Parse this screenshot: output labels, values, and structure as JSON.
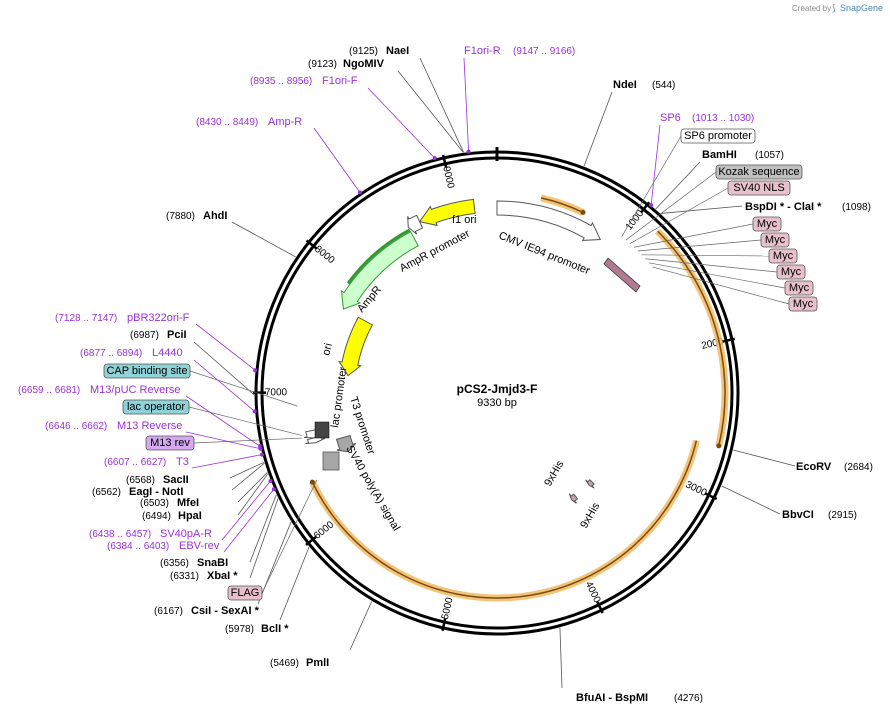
{
  "credit": {
    "created_by": "Created by",
    "brand": "SnapGene"
  },
  "plasmid": {
    "name": "pCS2-Jmjd3-F",
    "size_text": "9330 bp",
    "total_bp": 9330
  },
  "colors": {
    "backbone": "#000000",
    "primer": "#9b30d9",
    "orf": "#f1b860",
    "orf_dark": "#7a4a12",
    "f1ori": "#ffff00",
    "ori": "#ffff00",
    "ampr": "#ccffcc",
    "ampr_dark": "#339933",
    "promoter": "#ffffff",
    "sv40pa": "#a6a6a6",
    "myc_box": "#e8c0cc",
    "nls_box": "#e8c0cc",
    "flag_box": "#e8c0cc",
    "kozak_box": "#c0c0c0",
    "cap_box": "#8fd3d8",
    "lacop_box": "#8fd3d8",
    "m13_box": "#d6a8f0",
    "tag": "#c8a0b0"
  },
  "ticks": [
    1000,
    2000,
    3000,
    4000,
    5000,
    6000,
    7000,
    8000,
    9000
  ],
  "site_labels": [
    {
      "pos": "(9125)",
      "name": "NaeI",
      "anchor": 9125
    },
    {
      "pos": "(9123)",
      "name": "NgoMIV",
      "anchor": 9123
    },
    {
      "pos": "(544)",
      "name": "NdeI",
      "anchor": 544
    },
    {
      "pos": "(1057)",
      "name": "BamHI",
      "anchor": 1057
    },
    {
      "pos": "(1098)",
      "name": "BspDI * - ClaI *",
      "anchor": 1098
    },
    {
      "pos": "(2684)",
      "name": "EcoRV",
      "anchor": 2684
    },
    {
      "pos": "(2915)",
      "name": "BbvCI",
      "anchor": 2915
    },
    {
      "pos": "(4276)",
      "name": "BfuAI - BspMI",
      "anchor": 4276
    },
    {
      "pos": "(5469)",
      "name": "PmlI",
      "anchor": 5469
    },
    {
      "pos": "(5978)",
      "name": "BclI *",
      "anchor": 5978
    },
    {
      "pos": "(6167)",
      "name": "CsiI - SexAI *",
      "anchor": 6167
    },
    {
      "pos": "(6331)",
      "name": "XbaI *",
      "anchor": 6331
    },
    {
      "pos": "(6356)",
      "name": "SnaBI",
      "anchor": 6356
    },
    {
      "pos": "(6494)",
      "name": "HpaI",
      "anchor": 6494
    },
    {
      "pos": "(6503)",
      "name": "MfeI",
      "anchor": 6503
    },
    {
      "pos": "(6562)",
      "name": "EagI - NotI",
      "anchor": 6562
    },
    {
      "pos": "(6568)",
      "name": "SacII",
      "anchor": 6568
    },
    {
      "pos": "(6987)",
      "name": "PciI",
      "anchor": 6987
    },
    {
      "pos": "(7880)",
      "name": "AhdI",
      "anchor": 7880
    }
  ],
  "primers": [
    {
      "pos": "(9147 .. 9166)",
      "name": "F1ori-R",
      "anchor": 9156
    },
    {
      "pos": "(8935 .. 8956)",
      "name": "F1ori-F",
      "anchor": 8945
    },
    {
      "pos": "(8430 .. 8449)",
      "name": "Amp-R",
      "anchor": 8440
    },
    {
      "pos": "(1013 .. 1030)",
      "name": "SP6",
      "anchor": 1020
    },
    {
      "pos": "(7128 .. 7147)",
      "name": "pBR322ori-F",
      "anchor": 7137
    },
    {
      "pos": "(6877 .. 6894)",
      "name": "L4440",
      "anchor": 6885
    },
    {
      "pos": "(6659 .. 6681)",
      "name": "M13/pUC Reverse",
      "anchor": 6670
    },
    {
      "pos": "(6646 .. 6662)",
      "name": "M13 Reverse",
      "anchor": 6654
    },
    {
      "pos": "(6607 .. 6627)",
      "name": "T3",
      "anchor": 6617
    },
    {
      "pos": "(6438 .. 6457)",
      "name": "SV40pA-R",
      "anchor": 6447
    },
    {
      "pos": "(6384 .. 6403)",
      "name": "EBV-rev",
      "anchor": 6393
    }
  ],
  "boxed_labels": [
    {
      "name": "SP6 promoter",
      "style": "promoter"
    },
    {
      "name": "Kozak sequence",
      "style": "kozak"
    },
    {
      "name": "SV40 NLS",
      "style": "nls"
    },
    {
      "name": "Myc",
      "style": "myc"
    },
    {
      "name": "Myc",
      "style": "myc"
    },
    {
      "name": "Myc",
      "style": "myc"
    },
    {
      "name": "Myc",
      "style": "myc"
    },
    {
      "name": "Myc",
      "style": "myc"
    },
    {
      "name": "Myc",
      "style": "myc"
    },
    {
      "name": "CAP binding site",
      "style": "cap"
    },
    {
      "name": "lac operator",
      "style": "lacop"
    },
    {
      "name": "M13 rev",
      "style": "m13"
    },
    {
      "name": "FLAG",
      "style": "flag"
    }
  ],
  "features": [
    {
      "name": "f1 ori",
      "start": 8700,
      "end": 9150,
      "direction": "ccw",
      "style": "f1ori"
    },
    {
      "name": "AmpR promoter",
      "start": 8600,
      "end": 8700,
      "direction": "ccw",
      "style": "promoter"
    },
    {
      "name": "AmpR",
      "start": 7740,
      "end": 8600,
      "direction": "ccw",
      "style": "ampr"
    },
    {
      "name": "ori",
      "start": 7170,
      "end": 7740,
      "direction": "ccw",
      "style": "ori"
    },
    {
      "name": "CMV IE94 promoter",
      "start": 0,
      "end": 880,
      "direction": "cw",
      "style": "promoter"
    },
    {
      "name": "lac promoter",
      "start": 6640,
      "end": 6700,
      "direction": "ccw",
      "style": "promoter"
    },
    {
      "name": "T3 promoter",
      "start": 6600,
      "end": 6640,
      "direction": "ccw",
      "style": "promoter"
    },
    {
      "name": "SV40 poly(A) signal",
      "start": 6440,
      "end": 6580,
      "direction": "ccw",
      "style": "sv40pa"
    },
    {
      "name": "9xHis",
      "start": 3450,
      "end": 3500,
      "direction": "cw",
      "style": "tag"
    },
    {
      "name": "9xHis",
      "start": 3700,
      "end": 3760,
      "direction": "cw",
      "style": "tag"
    }
  ],
  "orf_arcs": [
    {
      "start": 1160,
      "end": 2680,
      "direction": "cw"
    },
    {
      "start": 2680,
      "end": 6330,
      "direction": "cw"
    },
    {
      "start": 330,
      "end": 660,
      "direction": "cw"
    }
  ]
}
